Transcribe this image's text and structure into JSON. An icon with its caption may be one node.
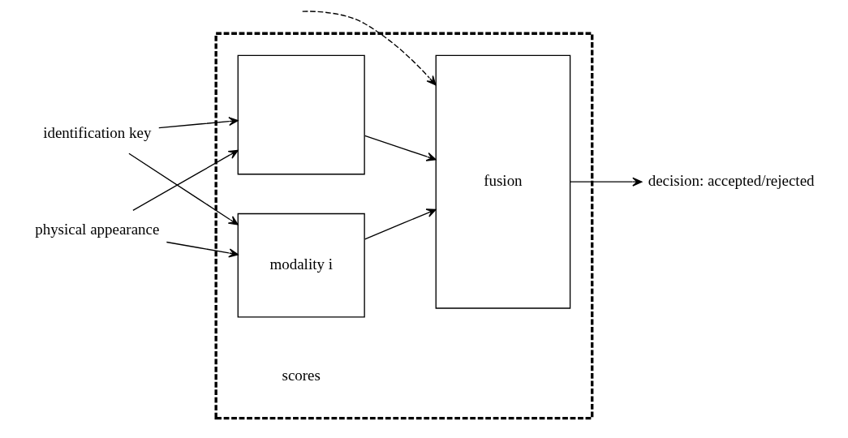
{
  "diagram": {
    "nodes": [
      {
        "text": [],
        "shape": "box"
      },
      {
        "text": [
          "identification key"
        ]
      },
      {
        "text": [
          "physical appearance"
        ]
      },
      {
        "text": [
          "modality i"
        ],
        "in": 0
      },
      {
        "text": [],
        "shape": "box",
        "in": 0
      },
      {
        "text": [
          "fusion"
        ],
        "in": 0
      },
      {
        "text": [
          "decision: accepted/rejected"
        ]
      }
    ],
    "edges": [
      {
        "from": 1,
        "to": 3,
        "arrow": "to"
      },
      {
        "from": 2,
        "to": 3,
        "arrow": "to"
      },
      {
        "from": 2,
        "to": 4,
        "arrow": "to"
      },
      {
        "from": 1,
        "to": 4,
        "arrow": "to"
      },
      {
        "from": 3,
        "to": 5,
        "arrow": "to"
      },
      {
        "from": 4,
        "to": 5,
        "arrow": "to"
      },
      {
        "from": null,
        "to": 5,
        "arrow": "to",
        "style": "dashed"
      },
      {
        "from": 5,
        "to": 6,
        "arrow": "to"
      }
    ],
    "labels": [
      "scores"
    ]
  }
}
